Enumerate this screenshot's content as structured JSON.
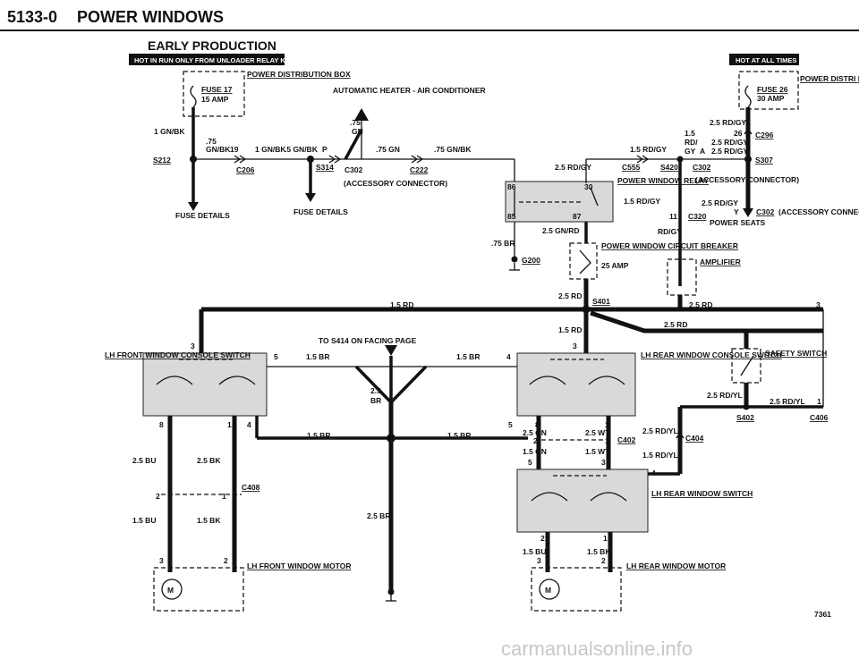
{
  "header": {
    "section": "5133-0",
    "title": "POWER WINDOWS",
    "subtitle": "EARLY PRODUCTION"
  },
  "badges": {
    "left": "HOT IN RUN ONLY FROM UNLOADER RELAY K5",
    "right": "HOT AT ALL TIMES"
  },
  "components": {
    "power_dist_left": "POWER DISTRIBUTION BOX",
    "fuse17": "FUSE 17",
    "fuse17_amp": "15 AMP",
    "power_dist_right": "POWER DISTRI BUTION BOX",
    "fuse26": "FUSE 26",
    "fuse26_amp": "30 AMP",
    "aux_heater": "AUTOMATIC HEATER - AIR CONDITIONER",
    "accessory_connector": "(ACCESSORY CONNECTOR)",
    "power_window_relay": "POWER WINDOW RELAY",
    "circuit_breaker": "POWER WINDOW CIRCUIT BREAKER",
    "breaker_amp": "25 AMP",
    "amplifier": "AMPLIFIER",
    "power_seats": "POWER SEATS",
    "safety_switch": "SAFETY SWITCH",
    "lh_front_console_switch": "LH FRONT WINDOW CONSOLE SWITCH",
    "lh_rear_console_switch": "LH REAR WINDOW CONSOLE SWITCH",
    "lh_rear_window_switch": "LH REAR WINDOW SWITCH",
    "lh_front_motor": "LH FRONT WINDOW MOTOR",
    "lh_rear_motor": "LH REAR WINDOW MOTOR",
    "fuse_details": "FUSE DETAILS",
    "to_s414": "TO S414 ON FACING PAGE"
  },
  "wires": {
    "w1gnbk": "1 GN/BK",
    "w75": ".75",
    "wgn": "GN",
    "w75gnbk": "GN/BK",
    "w5gnbk": ".5 GN/BK",
    "w75gn": ".75 GN",
    "w75gnbk2": ".75 GN/BK",
    "w25rdgy": "2.5 RD/GY",
    "w15rdgy": "1.5 RD/GY",
    "w15": "1.5",
    "wrd": "RD/",
    "wgy": "GY",
    "w25gnrd": "2.5 GN/RD",
    "w75br": ".75 BR",
    "w25rd": "2.5 RD",
    "w15rd": "1.5 RD",
    "w15br": "1.5 BR",
    "w25": "2.5",
    "wbr": "BR",
    "w25br": "2.5 BR",
    "w25bu": "2.5 BU",
    "w25bk": "2.5 BK",
    "w15bu": "1.5 BU",
    "w15bk": "1.5 BK",
    "w25gn": "2.5 GN",
    "w25wt": "2.5 WT",
    "w15gn": "1.5 GN",
    "w15wt": "1.5 WT",
    "w25rdyl": "2.5 RD/YL",
    "w15rdyl": "1.5 RD/YL",
    "rdgy": "RD/GY"
  },
  "connectors": {
    "s212": "S212",
    "c206": "C206",
    "s314": "S314",
    "c302": "C302",
    "c222": "C222",
    "c555": "C555",
    "s420": "S420",
    "s307": "S307",
    "c296": "C296",
    "c320": "C320",
    "c302b": "C302",
    "g200": "G200",
    "s401": "S401",
    "s402": "S402",
    "c406": "C406",
    "c404": "C404",
    "c402": "C402",
    "c408": "C408",
    "page": "7361"
  },
  "pins": {
    "p3": "3",
    "p5": "5",
    "p4": "4",
    "p8": "8",
    "p1": "1",
    "p2": "2",
    "p19": "19",
    "p26": "26",
    "p30": "30",
    "p86": "86",
    "p85": "85",
    "p87": "87",
    "p11": "11",
    "py": "Y",
    "pa": "A",
    "pp": "P",
    "pm": "M"
  },
  "watermark": "carmanualsonline.info"
}
